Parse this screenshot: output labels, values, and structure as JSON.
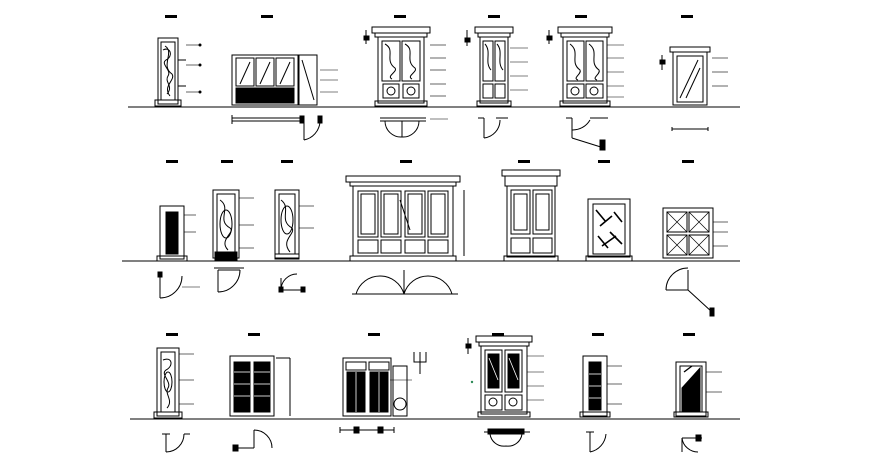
{
  "drawing": {
    "background": "#ffffff",
    "line_color": "#000000",
    "accent_color": "#2e8b57",
    "rows": [
      {
        "items": [
          {
            "type": "single-door-carved-panel",
            "has_swing_plan": false
          },
          {
            "type": "glazed-partition-with-side-door",
            "has_swing_plan": true
          },
          {
            "type": "double-door-with-cornice",
            "has_swing_plan": true
          },
          {
            "type": "double-door-with-cornice",
            "has_swing_plan": true
          },
          {
            "type": "double-door-with-cornice",
            "has_swing_plan": true
          },
          {
            "type": "framed-glass-door",
            "has_swing_plan": true
          }
        ]
      },
      {
        "items": [
          {
            "type": "single-door-dark-panel",
            "has_swing_plan": true
          },
          {
            "type": "single-door-carved-panel",
            "has_swing_plan": true
          },
          {
            "type": "single-door-carved-panel",
            "has_swing_plan": true
          },
          {
            "type": "four-leaf-door-with-cornice",
            "has_swing_plan": true
          },
          {
            "type": "double-door-with-cornice",
            "has_swing_plan": false
          },
          {
            "type": "single-door-etched-glass",
            "has_swing_plan": false
          },
          {
            "type": "double-door-cross-panels",
            "has_swing_plan": true
          }
        ]
      },
      {
        "items": [
          {
            "type": "single-door-carved-panel",
            "has_swing_plan": true
          },
          {
            "type": "double-door-dark-glass",
            "has_swing_plan": true
          },
          {
            "type": "double-door-dark-glass",
            "has_swing_plan": true
          },
          {
            "type": "double-door-with-cornice",
            "has_swing_plan": true
          },
          {
            "type": "single-door-dark-panel",
            "has_swing_plan": true
          },
          {
            "type": "single-door-etched-glass",
            "has_swing_plan": true
          }
        ]
      }
    ]
  }
}
